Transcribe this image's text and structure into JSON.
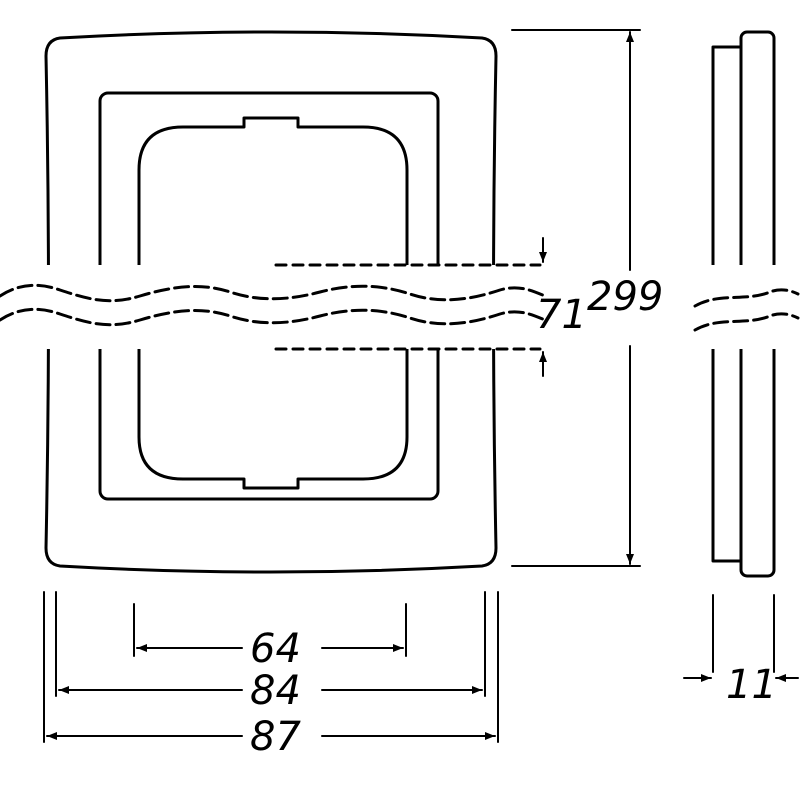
{
  "dimensions": {
    "inner_opening_width": "64",
    "inner_frame_width": "84",
    "overall_width": "87",
    "module_pitch": "71",
    "overall_height": "299",
    "depth": "11"
  },
  "colors": {
    "line": "#000000",
    "background": "#ffffff"
  }
}
